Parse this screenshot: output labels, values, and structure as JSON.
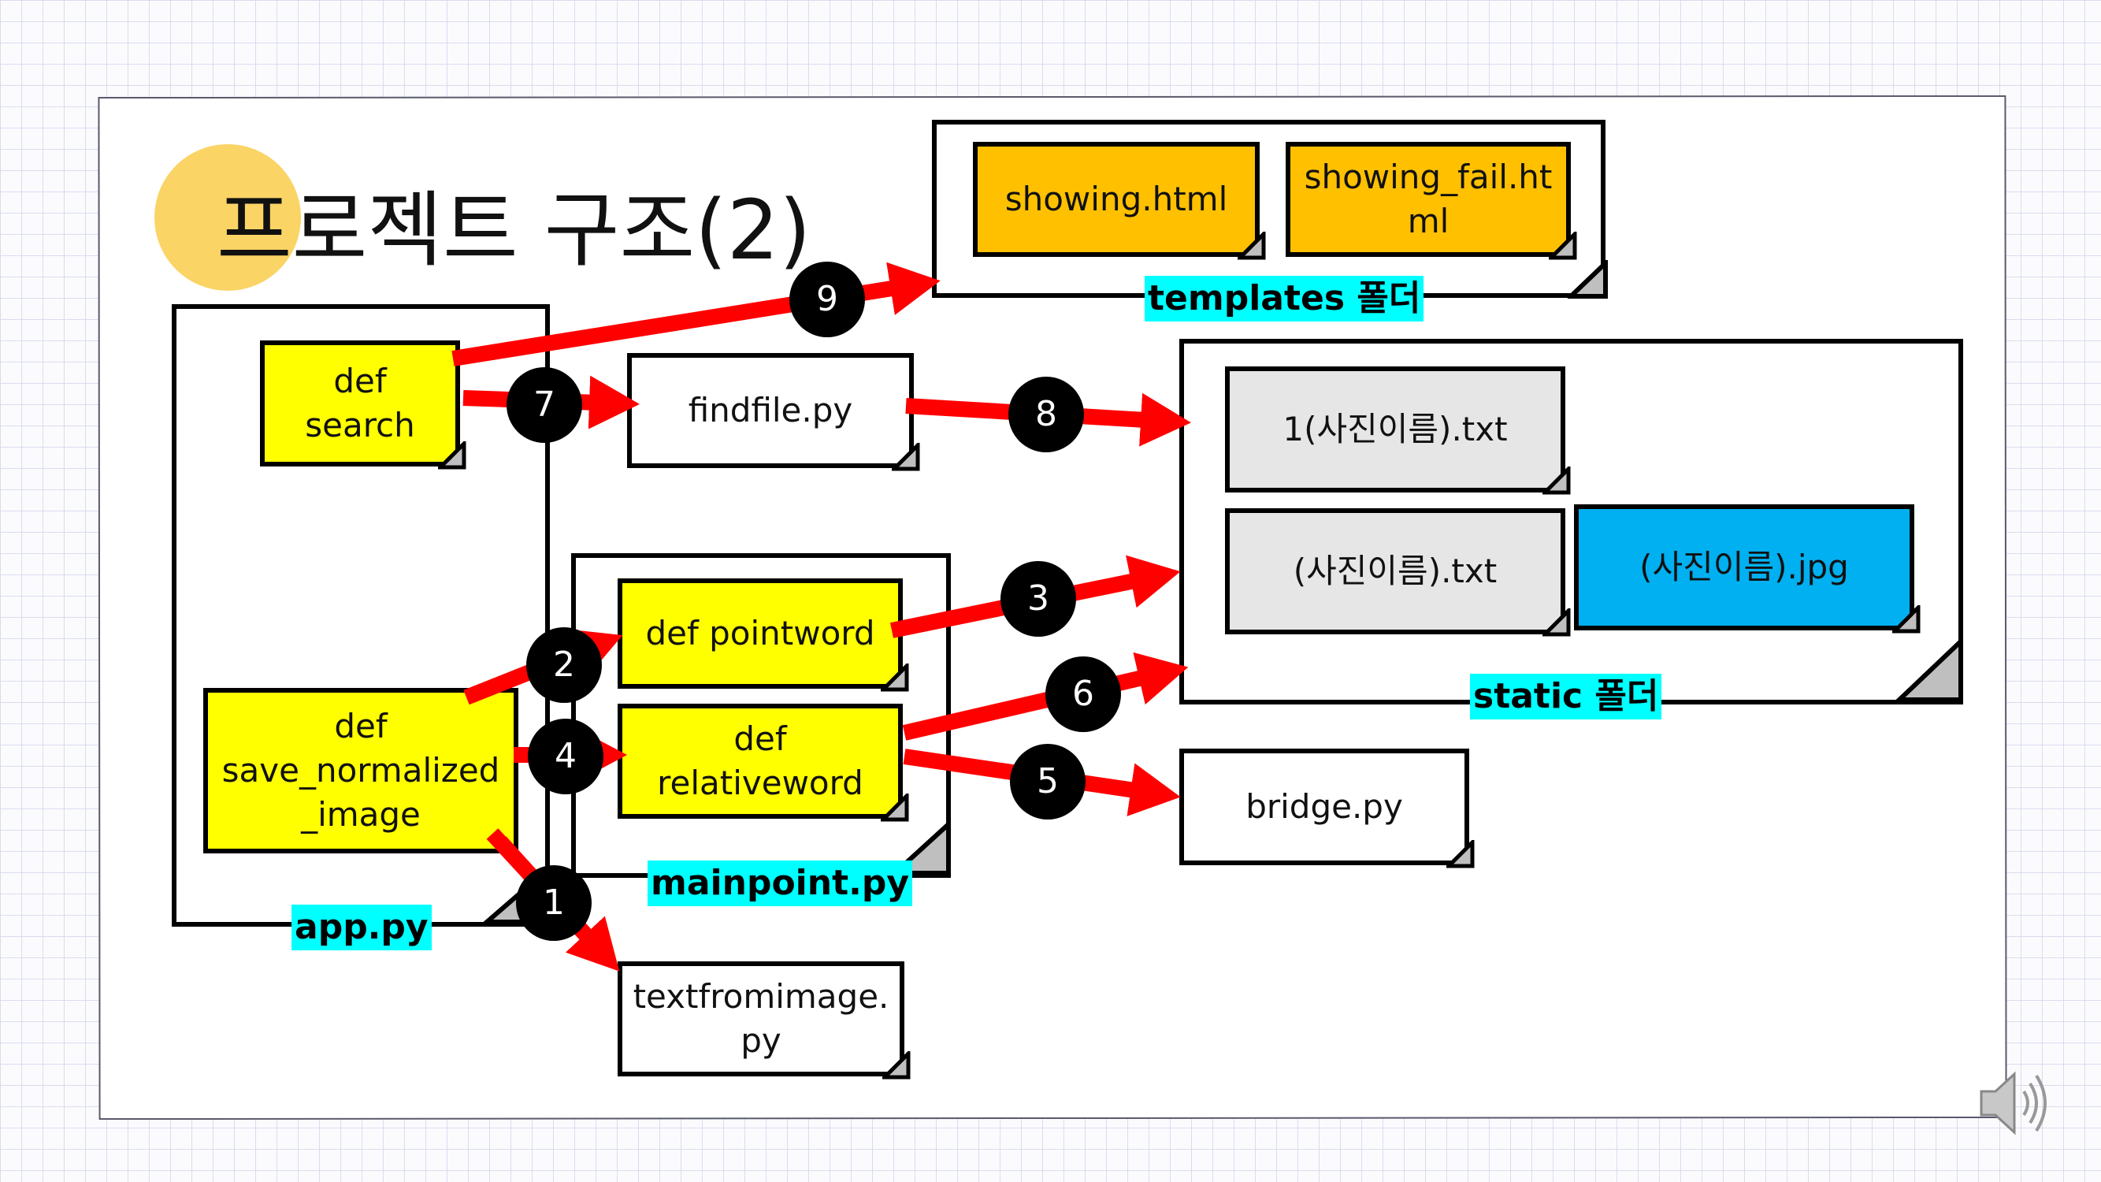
{
  "title": "프로젝트 구조(2)",
  "containers": {
    "app": "app.py",
    "mainpoint": "mainpoint.py",
    "templates": "templates 폴더",
    "static": "static 폴더"
  },
  "boxes": {
    "def_search": "def\nsearch",
    "def_save": "def\nsave_normalized\n_image",
    "findfile": "findfile.py",
    "def_pointword": "def pointword",
    "def_relativeword": "def\nrelativeword",
    "textfromimage": "textfromimage.\npy",
    "showing_html": "showing.html",
    "showing_fail": "showing_fail.ht\nml",
    "txt1": "1(사진이름).txt",
    "txt2": "(사진이름).txt",
    "jpg": "(사진이름).jpg",
    "bridge": "bridge.py"
  },
  "steps": [
    "1",
    "2",
    "3",
    "4",
    "5",
    "6",
    "7",
    "8",
    "9"
  ],
  "colors": {
    "arrow": "#ff0000",
    "yellow": "#ffff00",
    "orange": "#ffc000",
    "gray": "#e6e6e6",
    "blue": "#00b0f0",
    "label": "#00ffff",
    "circle": "#fbd466"
  },
  "icons": {
    "speaker": "speaker-icon"
  }
}
